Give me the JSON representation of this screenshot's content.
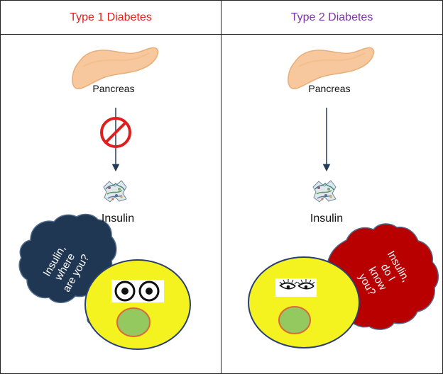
{
  "left": {
    "title": "Type 1 Diabetes",
    "pancreas": "Pancreas",
    "insulin": "Insulin",
    "bubble_lines": [
      "Insulin,",
      "where",
      "are you?"
    ]
  },
  "right": {
    "title": "Type 2 Diabetes",
    "pancreas": "Pancreas",
    "insulin": "Insulin",
    "bubble_lines": [
      "Insulin,",
      "do I",
      "know",
      "you?"
    ]
  },
  "colors": {
    "type1_title": "#e01f1f",
    "type2_title": "#7d34a6",
    "pancreas": "#f7c89d",
    "pancreas_outline": "#e9ad78",
    "arrow": "#243b55",
    "no_symbol": "#e11d1d",
    "face_yellow": "#f5f31f",
    "face_outline": "#2c3f73",
    "mouth_green": "#93c95f",
    "mouth_outline": "#d86a3c",
    "left_bubble": "#203754",
    "right_bubble": "#b90000",
    "bubble_outline": "#4f6b8c",
    "text_white": "#ffffff"
  },
  "icons": {
    "pancreas": "pancreas-icon",
    "insulin": "insulin-molecule-icon",
    "no_symbol": "prohibition-icon",
    "left_eyes": "wide-eyes-icon",
    "right_eyes": "eyelash-eyes-icon",
    "left_bubble": "thought-bubble-icon",
    "right_bubble": "thought-bubble-icon"
  }
}
